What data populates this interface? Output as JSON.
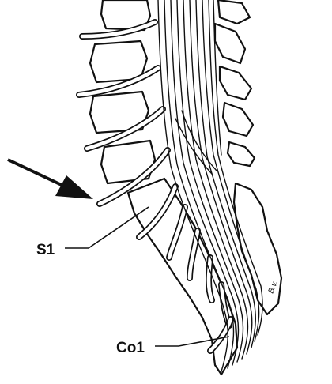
{
  "labels": {
    "s1": "S1",
    "co1": "Co1",
    "bv": "B.v."
  }
}
